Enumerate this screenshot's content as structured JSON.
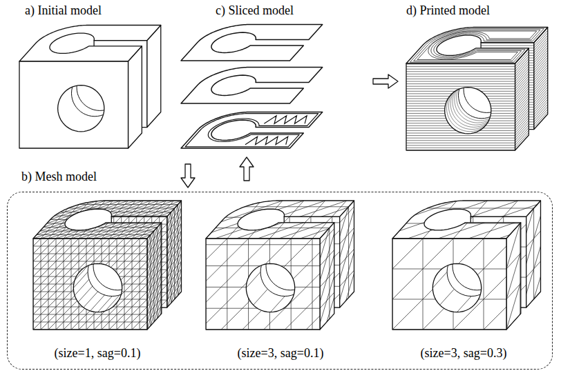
{
  "diagram": {
    "nodes": [
      {
        "text": [
          "b) Mesh model",
          "(size=1, sag=0.1)",
          "(size=3, sag=0.1)",
          "(size=3, sag=0.3)"
        ]
      }
    ],
    "labels": [
      "a) Initial model",
      "c) Sliced model",
      "d) Printed model"
    ]
  }
}
